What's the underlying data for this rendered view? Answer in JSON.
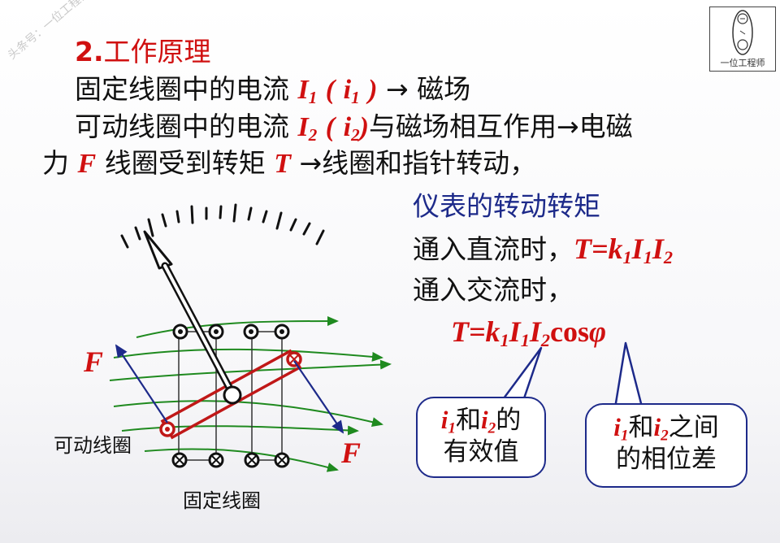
{
  "watermark": "头条号：一位工程师",
  "logo": {
    "caption": "一位工程师"
  },
  "heading": {
    "number": "2.",
    "title": "工作原理"
  },
  "line1": {
    "text_a": "固定线圈中的电流",
    "var_a": "I",
    "sub_a": "1",
    "paren_open": "(",
    "var_b": "i",
    "sub_b": "1",
    "paren_close": ")",
    "arrow": "→",
    "text_b": "磁场"
  },
  "line2": {
    "text_a": "可动线圈中的电流",
    "var_a": "I",
    "sub_a": "2",
    "paren_open": "(",
    "var_b": "i",
    "sub_b": "2",
    "paren_close": ")",
    "text_b": "与磁场相互作用",
    "arrow": "→",
    "text_c": "电磁"
  },
  "line3": {
    "text_a": "力",
    "var_f": "F",
    "text_b": "线圈受到转矩",
    "var_t": "T",
    "arrow": "→",
    "text_c": "线圈和指针转动，"
  },
  "torque": {
    "title": "仪表的转动转矩",
    "dc_text": "通入直流时，",
    "dc_formula": {
      "lhs": "T=k",
      "k_sub": "1",
      "i1": "I",
      "i1_sub": "1",
      "i2": "I",
      "i2_sub": "2"
    },
    "ac_text": "通入交流时，",
    "ac_formula": {
      "lhs": "T=k",
      "k_sub": "1",
      "i1": "I",
      "i1_sub": "1",
      "i2": "I",
      "i2_sub": "2",
      "cos": "cos",
      "phi": "φ"
    }
  },
  "callouts": [
    {
      "var_a": "i",
      "sub_a": "1",
      "and": "和",
      "var_b": "i",
      "sub_b": "2",
      "tail": "的",
      "line2": "有效值"
    },
    {
      "var_a": "i",
      "sub_a": "1",
      "and": "和",
      "var_b": "i",
      "sub_b": "2",
      "tail": "之间",
      "line2": "的相位差"
    }
  ],
  "diagram": {
    "force_label_top": "F",
    "force_label_bottom": "F",
    "moving_coil_label": "可动线圈",
    "fixed_coil_label": "固定线圈"
  },
  "colors": {
    "red": "#d01010",
    "navy": "#1d2a8a",
    "green": "#2a8a2a",
    "coil": "#c01818"
  }
}
